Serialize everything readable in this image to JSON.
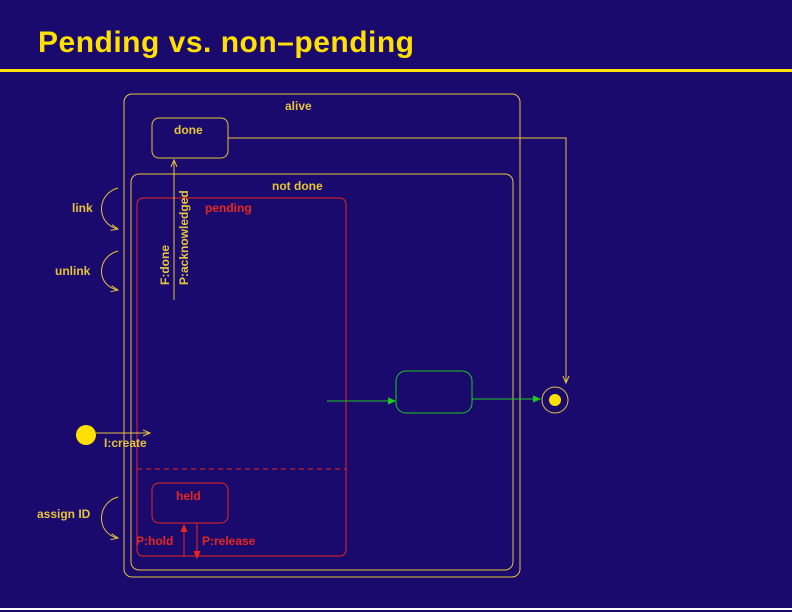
{
  "slide": {
    "title": "Pending vs. non–pending"
  },
  "colors": {
    "background": "#1a0a6e",
    "title": "#ffe000",
    "yellow": "#e6c43a",
    "red": "#e8261e",
    "green": "#1ec81e",
    "accent_dot": "#ffe000"
  },
  "diagram": {
    "states": {
      "alive": "alive",
      "done": "done",
      "not_done": "not done",
      "pending": "pending",
      "held": "held"
    },
    "transitions": {
      "link": "link",
      "unlink": "unlink",
      "assign_id": "assign ID",
      "create": "I:create",
      "f_done": "F:done",
      "p_acknowledged": "P:acknowledged",
      "p_hold": "P:hold",
      "p_release": "P:release"
    }
  }
}
